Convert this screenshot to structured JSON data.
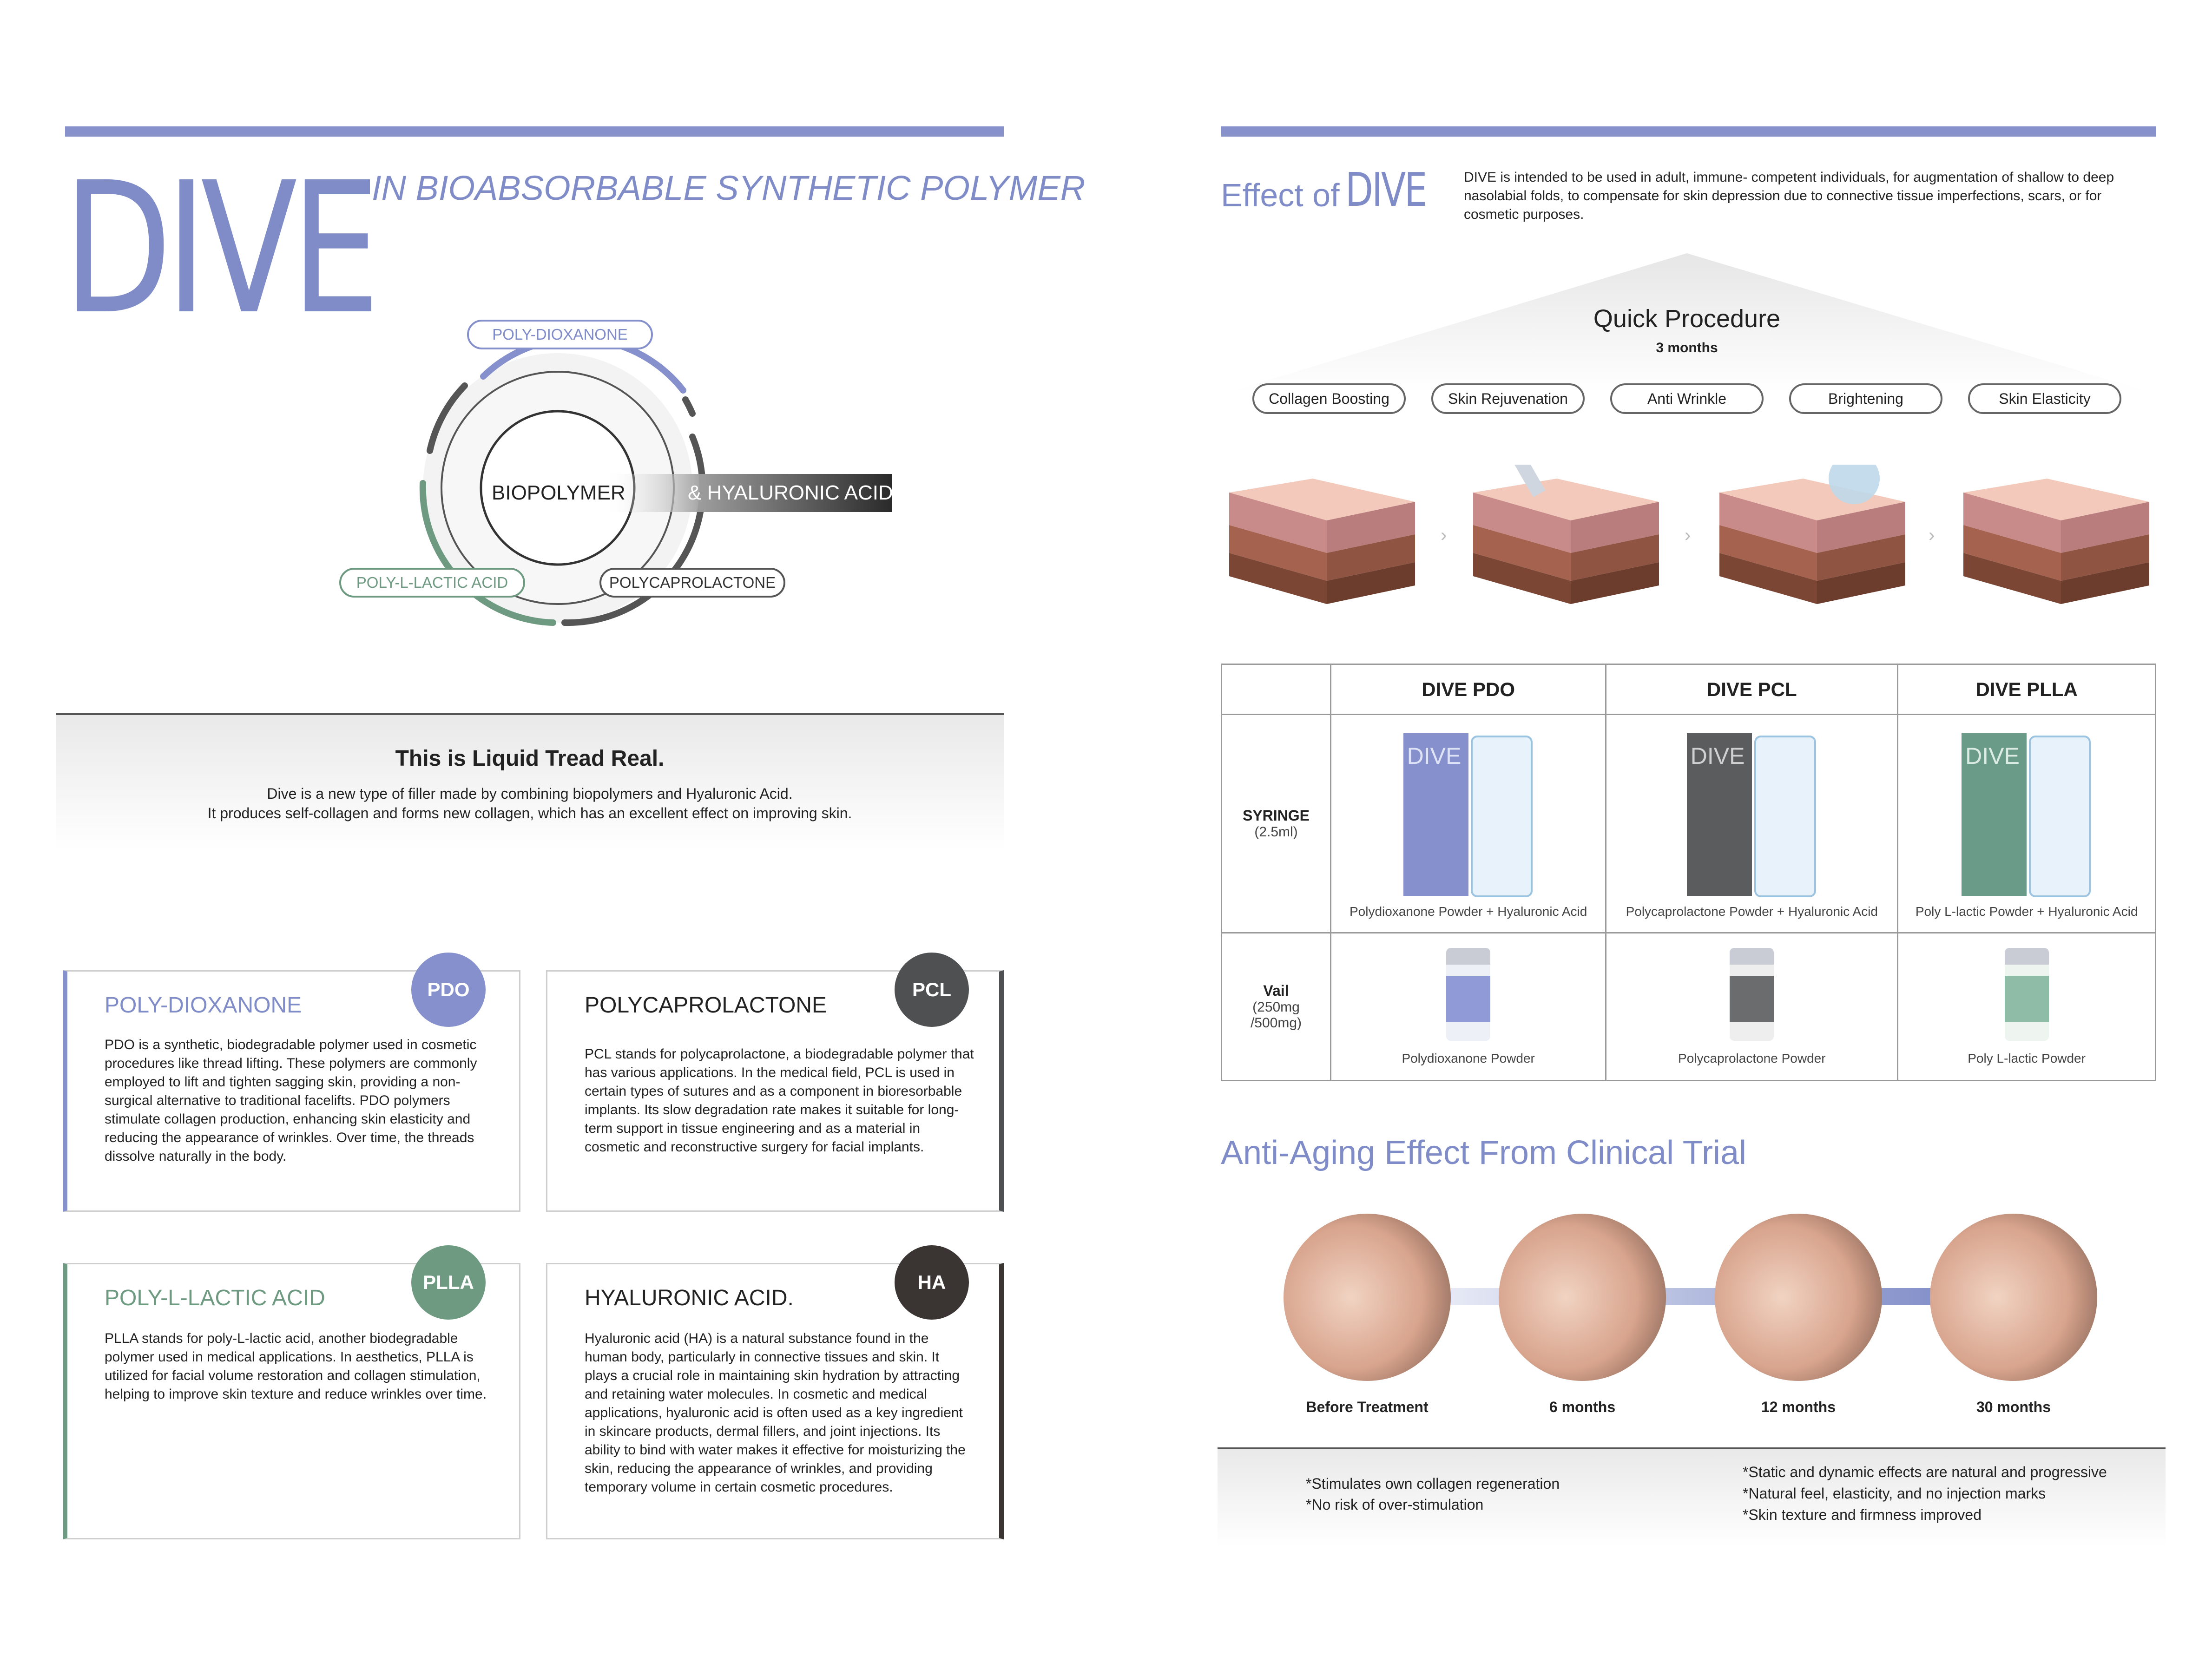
{
  "left": {
    "brand": "DIVE",
    "tagline": "IN BIOABSORBABLE SYNTHETIC POLYMER",
    "diagram": {
      "center": "BIOPOLYMER",
      "side": "& HYALURONIC ACID.",
      "top": "POLY-DIOXANONE",
      "left": "POLY-L-LACTIC ACID",
      "right": "POLYCAPROLACTONE"
    },
    "intro": {
      "title": "This is Liquid Tread Real.",
      "line1": "Dive is a new type of filler made by combining biopolymers and Hyaluronic Acid.",
      "line2": "It produces self-collagen and forms new collagen, which has an excellent effect on improving skin."
    },
    "cards": [
      {
        "title": "POLY-DIOXANONE",
        "badge": "PDO",
        "color": "#8590cc",
        "body": "PDO is a synthetic, biodegradable polymer used in cosmetic procedures like thread lifting. These polymers are commonly employed to lift and tighten sagging skin, providing a non-surgical alternative to traditional facelifts. PDO polymers stimulate collagen production, enhancing skin elasticity and reducing the appearance of wrinkles. Over time, the threads dissolve naturally in the body."
      },
      {
        "title": "POLYCAPROLACTONE",
        "badge": "PCL",
        "color": "#4e5052",
        "body": "PCL stands for polycaprolactone, a biodegradable polymer that has various applications. In the medical field, PCL is used in certain types of sutures and as a component in bioresorbable implants. Its slow degradation rate makes it suitable for long-term support in tissue engineering and as a material in cosmetic and reconstructive surgery for facial implants."
      },
      {
        "title": "POLY-L-LACTIC ACID",
        "badge": "PLLA",
        "color": "#6f9a82",
        "body": "PLLA stands for poly-L-lactic acid, another biodegradable polymer used in medical applications. In aesthetics, PLLA is utilized for facial volume restoration and collagen stimulation, helping to improve skin texture and reduce wrinkles over time."
      },
      {
        "title": "HYALURONIC ACID.",
        "badge": "HA",
        "color": "#3a3533",
        "body": "Hyaluronic acid (HA) is a natural substance found in the human body, particularly in connective tissues and skin. It plays a crucial role in maintaining skin hydration by attracting and retaining water molecules. In cosmetic and medical applications, hyaluronic acid is often used as a key ingredient in skincare products, dermal fillers, and joint injections. Its ability to bind with water makes it effective for moisturizing the skin, reducing the appearance of wrinkles, and providing temporary volume in certain cosmetic procedures."
      }
    ]
  },
  "right": {
    "effect_prefix": "Effect of",
    "effect_brand": "DIVE",
    "effect_desc": "DIVE is intended to be used in adult, immune- competent individuals, for augmentation of shallow to deep nasolabial folds, to compensate for skin depression due to connective tissue imperfections, scars, or for cosmetic purposes.",
    "procedure_title": "Quick Procedure",
    "procedure_sub": "3 months",
    "benefits": [
      "Collagen Boosting",
      "Skin Rejuvenation",
      "Anti Wrinkle",
      "Brightening",
      "Skin Elasticity"
    ],
    "table": {
      "headers": [
        "DIVE PDO",
        "DIVE PCL",
        "DIVE PLLA"
      ],
      "row1_label": "SYRINGE",
      "row1_sub": "(2.5ml)",
      "row1_caps": [
        "Polydioxanone Powder + Hyaluronic Acid",
        "Polycaprolactone Powder + Hyaluronic Acid",
        "Poly L-lactic Powder + Hyaluronic Acid"
      ],
      "row2_label": "Vail",
      "row2_sub1": "(250mg",
      "row2_sub2": "/500mg)",
      "row2_caps": [
        "Polydioxanone Powder",
        "Polycaprolactone Powder",
        "Poly L-lactic Powder"
      ],
      "box_text": [
        "DIVE P",
        "DIVE C",
        "DIVE L"
      ],
      "box_colors": [
        "#8590cc",
        "#5a5c5e",
        "#6a9b88"
      ]
    },
    "anti_aging_title": "Anti-Aging Effect From Clinical Trial",
    "stages": [
      "Before Treatment",
      "6 months",
      "12 months",
      "30 months"
    ],
    "notes_left": [
      "*Stimulates own collagen regeneration",
      "*No risk of over-stimulation"
    ],
    "notes_right": [
      "*Static and dynamic effects are natural and progressive",
      "*Natural feel, elasticity, and no injection marks",
      "*Skin texture and firmness improved"
    ]
  }
}
